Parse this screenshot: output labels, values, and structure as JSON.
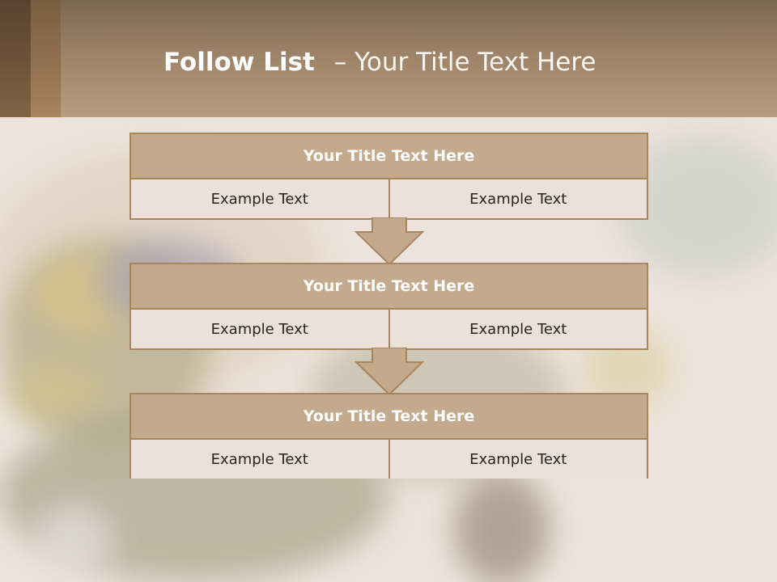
{
  "slide": {
    "title_bold": "Follow List",
    "title_rest": "– Your Title Text Here"
  },
  "blocks": [
    {
      "title": "Your Title Text Here",
      "cells": [
        "Example Text",
        "Example Text"
      ]
    },
    {
      "title": "Your Title Text Here",
      "cells": [
        "Example Text",
        "Example Text"
      ]
    },
    {
      "title": "Your Title Text Here",
      "cells": [
        "Example Text",
        "Example Text"
      ]
    }
  ],
  "colors": {
    "header_top": "#7b6750",
    "header_bottom": "#b89c7f",
    "block_title_fill": "#c4aa8d",
    "cell_fill": "#ebe1d8",
    "border": "#a7865f"
  }
}
